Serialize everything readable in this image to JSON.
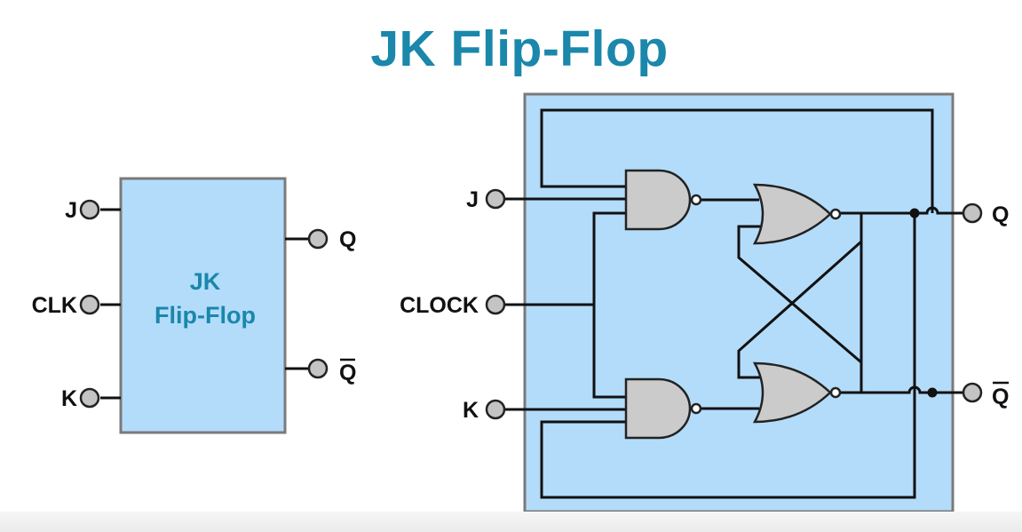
{
  "title": "JK Flip-Flop",
  "block": {
    "name_line1": "JK",
    "name_line2": "Flip-Flop",
    "inputs": [
      "J",
      "CLK",
      "K"
    ],
    "outputs": [
      "Q",
      "Q"
    ]
  },
  "circuit": {
    "inputs": [
      "J",
      "CLOCK",
      "K"
    ],
    "outputs": [
      "Q",
      "Q"
    ]
  },
  "colors": {
    "title": "#1a87ab",
    "panel_fill": "#b3dcfa",
    "panel_border": "#7a7a7a",
    "gate_fill": "#cbcbcb",
    "terminal_fill": "#c4c4c4"
  }
}
